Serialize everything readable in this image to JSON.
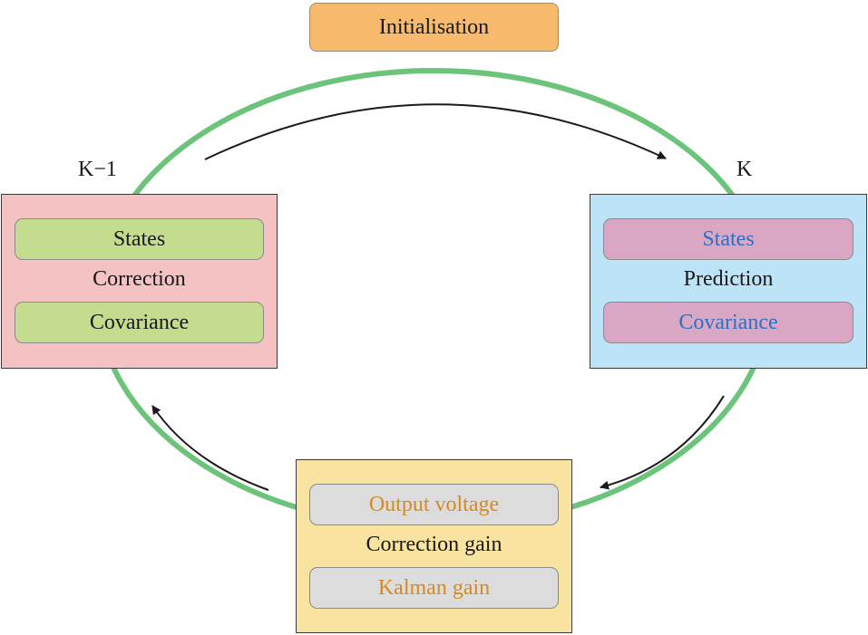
{
  "initialisation": {
    "label": "Initialisation"
  },
  "step_labels": {
    "previous": "K−1",
    "current": "K"
  },
  "correction_panel": {
    "title": "Correction",
    "items": [
      "States",
      "Covariance"
    ]
  },
  "prediction_panel": {
    "title": "Prediction",
    "items": [
      "States",
      "Covariance"
    ]
  },
  "gain_panel": {
    "title": "Correction gain",
    "items": [
      "Output voltage",
      "Kalman gain"
    ]
  },
  "colors": {
    "cycle_ring": "#6cc47a",
    "initialisation_fill": "#f7b96b",
    "correction_fill": "#f4c2c2",
    "correction_items_fill": "#c3dc8e",
    "prediction_fill": "#bde3f6",
    "prediction_items_fill": "#d9a7c4",
    "prediction_items_text": "#2f6fc0",
    "gain_fill": "#f8e3a0",
    "gain_items_fill": "#dcdcdc",
    "gain_items_text": "#d68a1f"
  }
}
